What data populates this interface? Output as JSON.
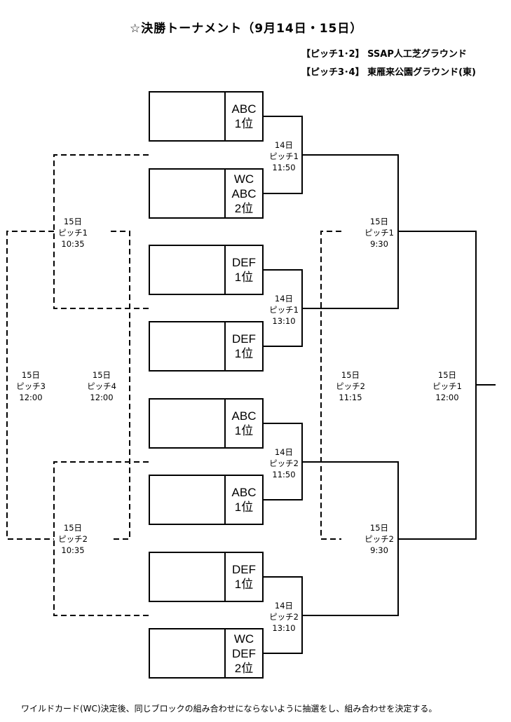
{
  "title": "☆決勝トーナメント（9月14日・15日）",
  "venues": [
    "【ピッチ1･2】 SSAP人工芝グラウンド",
    "【ピッチ3･4】 東雁来公園グラウンド(東)"
  ],
  "slots": [
    {
      "seed": "ABC\n1位"
    },
    {
      "seed": "WC\nABC\n2位"
    },
    {
      "seed": "DEF\n1位"
    },
    {
      "seed": "DEF\n1位"
    },
    {
      "seed": "ABC\n1位"
    },
    {
      "seed": "ABC\n1位"
    },
    {
      "seed": "DEF\n1位"
    },
    {
      "seed": "WC\nDEF\n2位"
    }
  ],
  "matches": {
    "r1_1": "14日\nピッチ1\n11:50",
    "r1_2": "14日\nピッチ1\n13:10",
    "r1_3": "14日\nピッチ2\n11:50",
    "r1_4": "14日\nピッチ2\n13:10",
    "sf_1": "15日\nピッチ1\n9:30",
    "sf_2": "15日\nピッチ2\n9:30",
    "final": "15日\nピッチ1\n12:00",
    "third": "15日\nピッチ2\n11:15",
    "cons_1": "15日\nピッチ1\n10:35",
    "cons_2": "15日\nピッチ2\n10:35",
    "cons_3": "15日\nピッチ3\n12:00",
    "cons_4": "15日\nピッチ4\n12:00"
  },
  "footer": "ワイルドカード(WC)決定後、同じブロックの組み合わせにならないように抽選をし、組み合わせを決定する。"
}
